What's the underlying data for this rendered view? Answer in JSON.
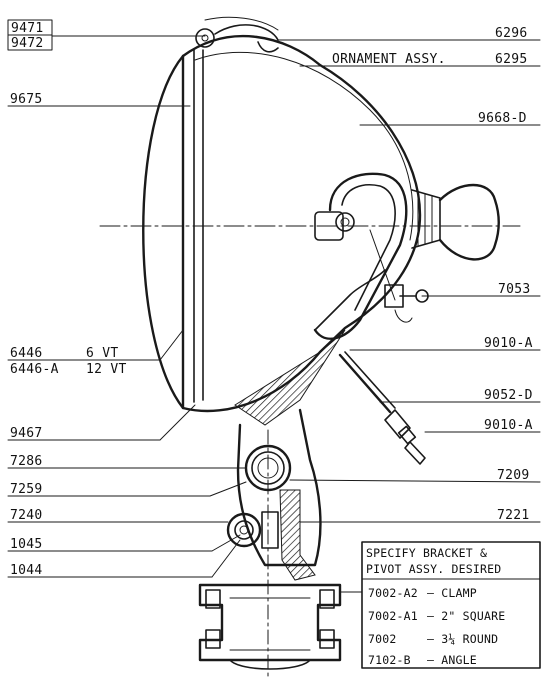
{
  "labels_left": [
    {
      "id": "9471",
      "text": "9471"
    },
    {
      "id": "9472",
      "text": "9472"
    },
    {
      "id": "9675",
      "text": "9675"
    },
    {
      "id": "6446",
      "text": "6446"
    },
    {
      "id": "6446_volt",
      "text": "6 VT"
    },
    {
      "id": "6446a",
      "text": "6446-A"
    },
    {
      "id": "6446a_volt",
      "text": "12 VT"
    },
    {
      "id": "9467",
      "text": "9467"
    },
    {
      "id": "7286",
      "text": "7286"
    },
    {
      "id": "7259",
      "text": "7259"
    },
    {
      "id": "7240",
      "text": "7240"
    },
    {
      "id": "1045",
      "text": "1045"
    },
    {
      "id": "1044",
      "text": "1044"
    }
  ],
  "labels_right": [
    {
      "id": "6296",
      "text": "6296"
    },
    {
      "id": "ornament",
      "text": "ORNAMENT ASSY."
    },
    {
      "id": "6295",
      "text": "6295"
    },
    {
      "id": "9668d",
      "text": "9668-D"
    },
    {
      "id": "7053",
      "text": "7053"
    },
    {
      "id": "9010a_1",
      "text": "9010-A"
    },
    {
      "id": "9052d",
      "text": "9052-D"
    },
    {
      "id": "9010a_2",
      "text": "9010-A"
    },
    {
      "id": "7209",
      "text": "7209"
    },
    {
      "id": "7221",
      "text": "7221"
    }
  ],
  "spec_box": {
    "title_line1": "SPECIFY BRACKET &",
    "title_line2": "PIVOT ASSY. DESIRED",
    "rows": [
      {
        "code": "7002-A2",
        "desc": "– CLAMP"
      },
      {
        "code": "7002-A1",
        "desc": "– 2\" SQUARE"
      },
      {
        "code": "7002",
        "desc": "– 3¼ ROUND"
      },
      {
        "code": "7102-B",
        "desc": "– ANGLE"
      }
    ]
  }
}
